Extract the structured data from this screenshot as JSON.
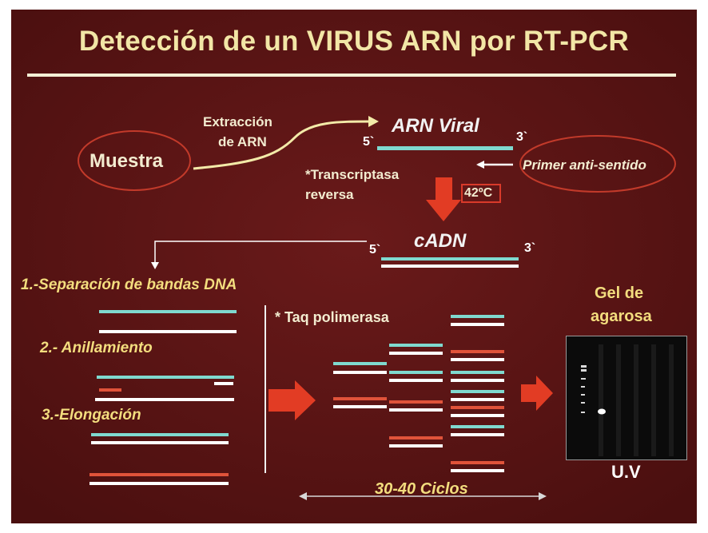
{
  "slide": {
    "title": "Detección de un VIRUS ARN por RT-PCR",
    "colors": {
      "background": "#5b1414",
      "cyan_strand": "#7fd9cf",
      "red_strand": "#e0533a",
      "white_strand": "#ffffff",
      "arrow": "#e23c24",
      "title_text": "#f2e6a6",
      "italic_text": "#f3dd7e"
    }
  },
  "labels": {
    "muestra": "Muestra",
    "extraccion_line1": "Extracción",
    "extraccion_line2": "de ARN",
    "arn_viral": "ARN Viral",
    "five_prime_top": "5`",
    "three_prime_top": "3`",
    "primer": "Primer anti-sentido",
    "transcriptasa_line1": "*Transcriptasa",
    "transcriptasa_line2": "reversa",
    "temperature": "42ºC",
    "cadn": "cADN",
    "five_prime_cadn": "5`",
    "three_prime_cadn": "3`",
    "step1": "1.-Separación de bandas DNA",
    "step2": "2.- Anillamiento",
    "step3": "3.-Elongación",
    "taq": "* Taq polimerasa",
    "gel_line1": "Gel de",
    "gel_line2": "agarosa",
    "uv": "U.V",
    "cycles": "30-40 Ciclos"
  },
  "icons": [
    "curved-arrow-icon",
    "left-arrow-icon",
    "down-arrow-icon",
    "elbow-arrow-icon",
    "right-block-arrow-icon",
    "double-arrow-icon",
    "gel-image"
  ]
}
